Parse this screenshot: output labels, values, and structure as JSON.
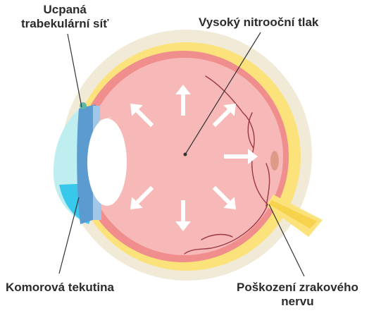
{
  "labels": {
    "blocked_meshwork": [
      "Ucpaná",
      "trabekulární síť"
    ],
    "high_pressure": "Vysoký nitrooční tlak",
    "aqueous_humor": "Komorová tekutina",
    "nerve_damage": [
      "Poškození zrakového",
      "nervu"
    ]
  },
  "colors": {
    "outer_sclera": "#f1ead7",
    "yellow_layer": "#fbe27a",
    "red_layer": "#f08e8e",
    "vitreous": "#f7b8b8",
    "cornea": "#bfeef0",
    "aqueous": "#37c8ec",
    "iris": "#5b9bd0",
    "lens": "#ffffff",
    "arrows": "#ffffff",
    "vessels": "#9b3845",
    "optic_nerve": "#fbe27a",
    "leader_lines": "#333333"
  }
}
